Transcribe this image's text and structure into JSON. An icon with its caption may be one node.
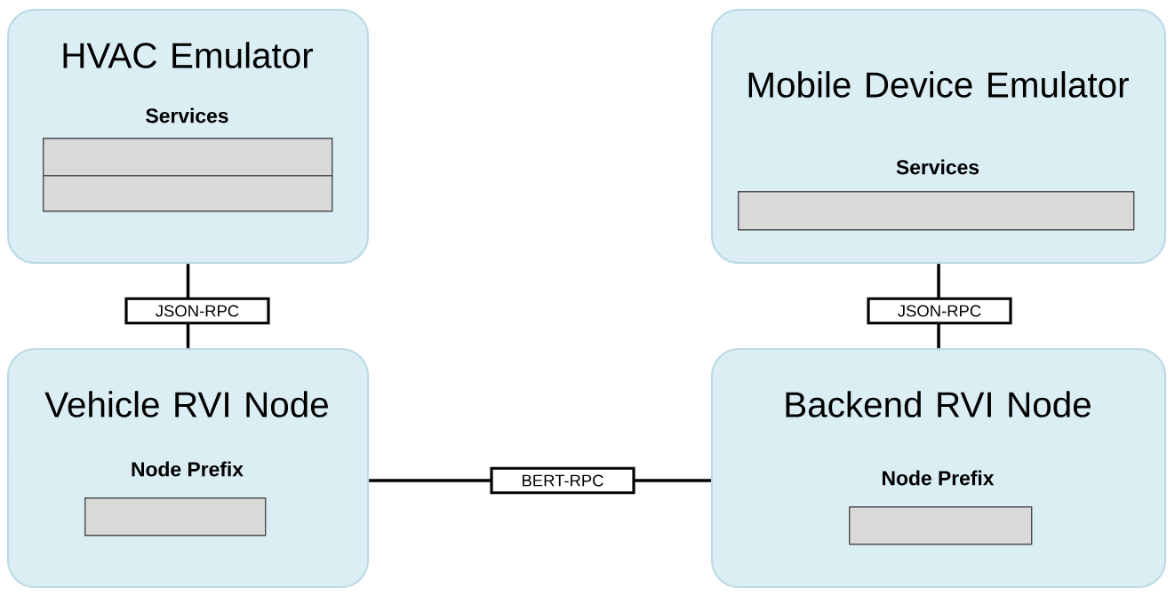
{
  "diagram": {
    "nodes": [
      {
        "text": [
          "HVAC Emulator",
          "Services"
        ]
      },
      {
        "text": [],
        "shape": "box",
        "in": 0
      },
      {
        "text": [],
        "shape": "box",
        "in": 0
      },
      {
        "text": [
          "Mobile Device Emulator",
          "Services"
        ]
      },
      {
        "text": [],
        "shape": "box",
        "in": 3
      },
      {
        "text": [
          "Vehicle RVI Node",
          "Node Prefix"
        ]
      },
      {
        "text": [],
        "shape": "box",
        "in": 5
      },
      {
        "text": [
          "Backend RVI Node",
          "Node Prefix"
        ]
      },
      {
        "text": [],
        "shape": "box",
        "in": 7
      }
    ],
    "edges": [
      {
        "from": 0,
        "to": 5,
        "arrow": "none",
        "label": "JSON-RPC"
      },
      {
        "from": 3,
        "to": 7,
        "arrow": "none",
        "label": "JSON-RPC"
      },
      {
        "from": 5,
        "to": 7,
        "arrow": "none",
        "label": "BERT-RPC"
      }
    ]
  }
}
